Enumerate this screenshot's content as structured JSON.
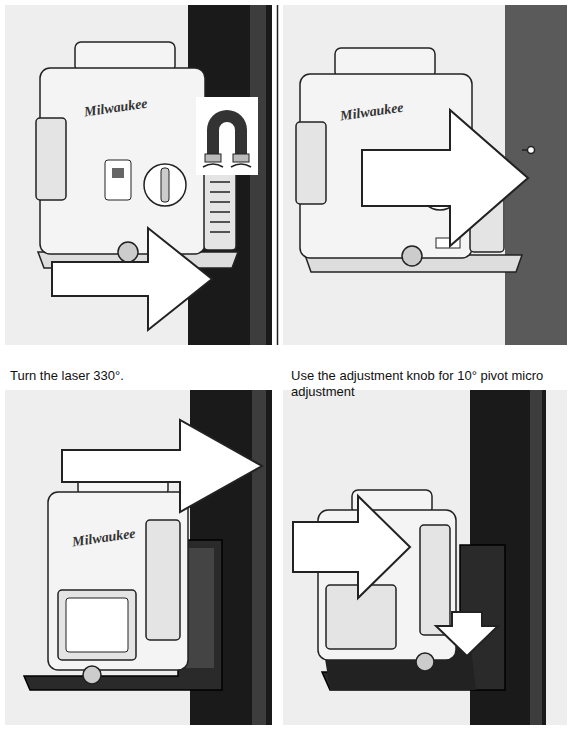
{
  "diagram": {
    "labels": [
      "Turn the laser 330°.",
      "Use the adjustment knob for 10° pivot micro adjustment",
      "Milwaukee",
      "Milwaukee",
      "Milwaukee"
    ]
  }
}
